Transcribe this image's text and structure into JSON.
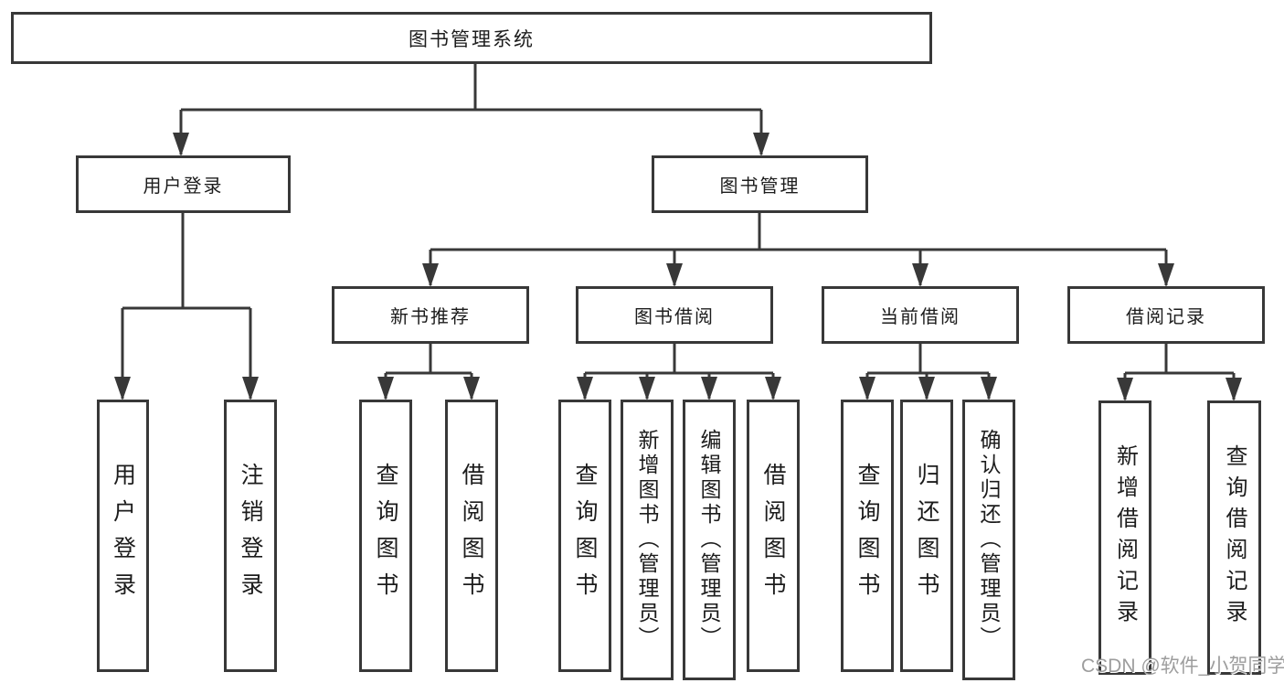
{
  "tree": {
    "root": "图书管理系统",
    "children": [
      {
        "label": "用户登录",
        "children": [
          "用户登录",
          "注销登录"
        ]
      },
      {
        "label": "图书管理",
        "children": [
          {
            "label": "新书推荐",
            "children": [
              "查询图书",
              "借阅图书"
            ]
          },
          {
            "label": "图书借阅",
            "children": [
              "查询图书",
              "新增图书（管理员）",
              "编辑图书（管理员）",
              "借阅图书"
            ]
          },
          {
            "label": "当前借阅",
            "children": [
              "查询图书",
              "归还图书",
              "确认归还（管理员）"
            ]
          },
          {
            "label": "借阅记录",
            "children": [
              "新增借阅记录",
              "查询借阅记录"
            ]
          }
        ]
      }
    ]
  },
  "watermark": {
    "text": "CSDN @软件_小贺同学"
  },
  "colors": {
    "line": "#383838",
    "box_background": "#ffffff",
    "text": "#1c1c1c",
    "watermark": "#9d9d9d",
    "page_background": "#ffffff"
  }
}
